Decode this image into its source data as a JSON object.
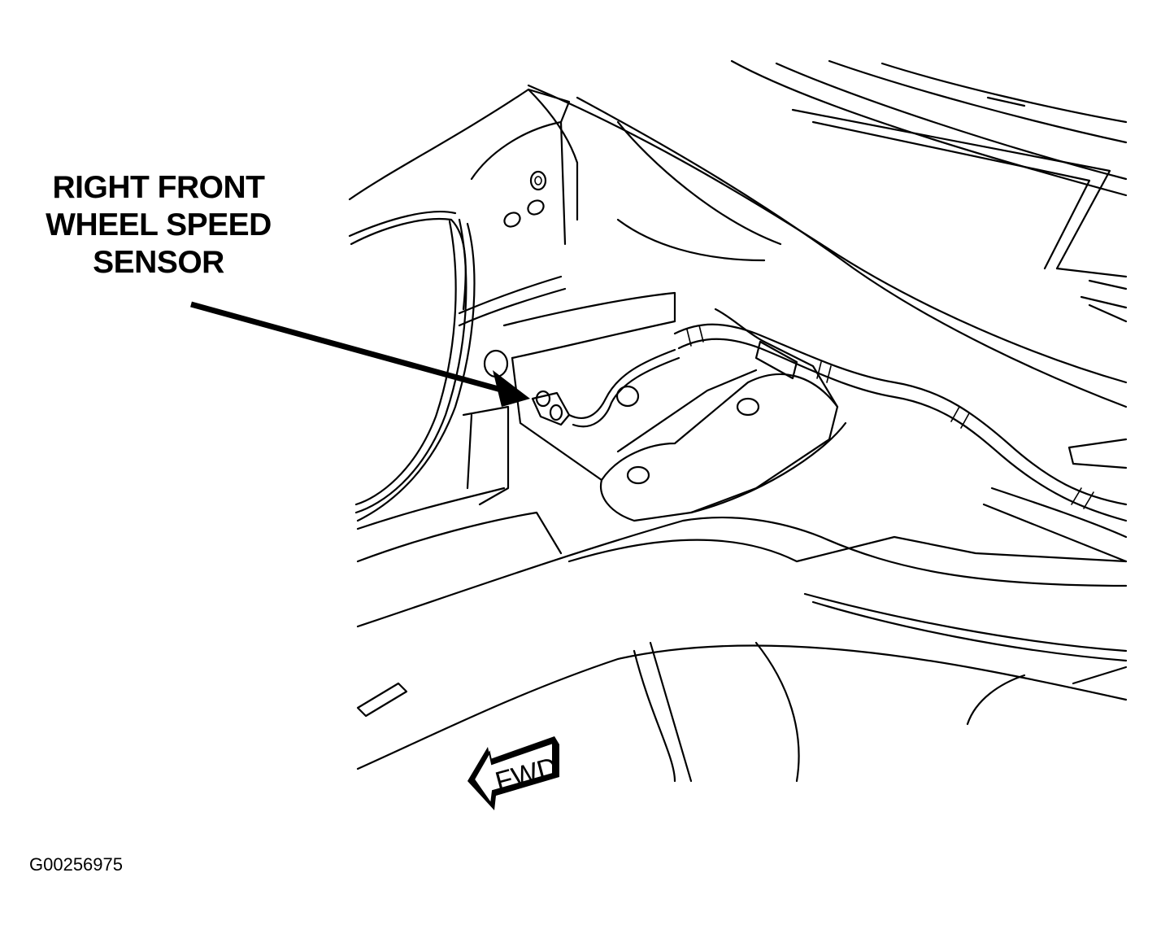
{
  "callout": {
    "lines": [
      "RIGHT FRONT",
      "WHEEL SPEED",
      "SENSOR"
    ]
  },
  "direction_label": "FWD",
  "figure_id": "G00256975"
}
